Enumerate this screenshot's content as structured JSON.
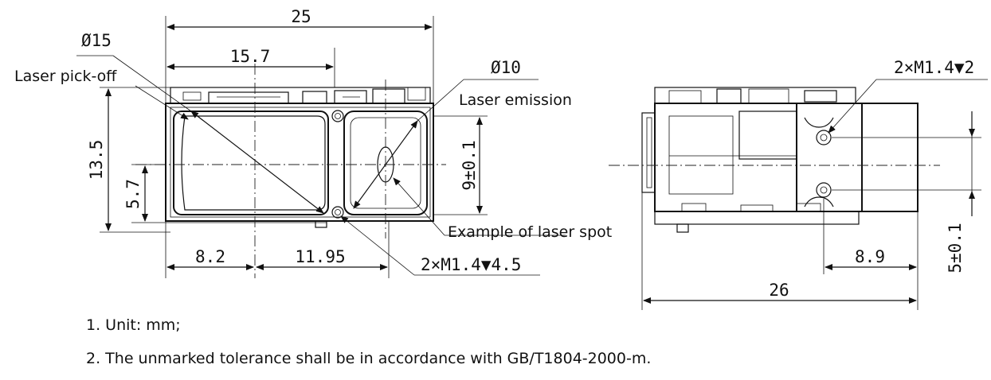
{
  "front_view": {
    "dims": {
      "width_total": "25",
      "width_window": "15.7",
      "height_total": "13.5",
      "height_center": "5.7",
      "bottom_left": "8.2",
      "bottom_mid": "11.95",
      "emission_height": "9±0.1",
      "dia_pickoff": "Ø15",
      "dia_emission": "Ø10",
      "screw_callout": "2×M1.4▼4.5"
    },
    "labels": {
      "pickoff": "Laser pick-off",
      "emission": "Laser emission",
      "spot": "Example of laser spot"
    }
  },
  "side_view": {
    "dims": {
      "screw_callout": "2×M1.4▼2",
      "depth": "8.9",
      "length_total": "26",
      "hole_spacing": "5±0.1"
    }
  },
  "notes": [
    "1. Unit: mm;",
    "2. The unmarked tolerance shall be in accordance with GB/T1804-2000-m."
  ]
}
